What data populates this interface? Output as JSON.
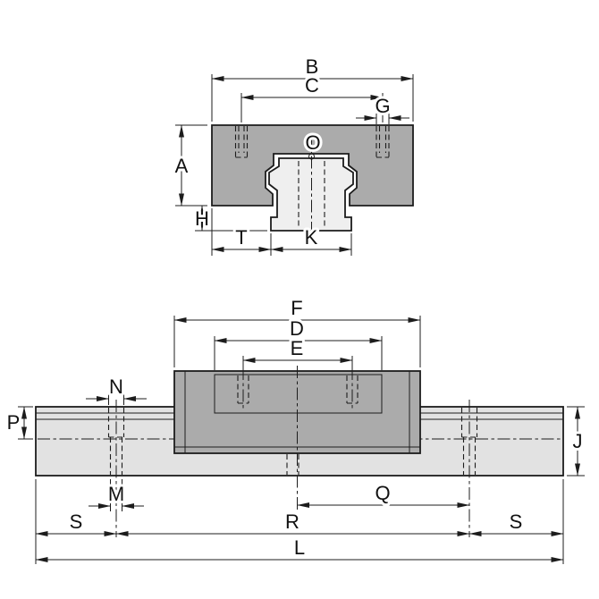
{
  "labels": {
    "end_view": {
      "B": "B",
      "C": "C",
      "G": "G",
      "A": "A",
      "H": "H",
      "T": "T",
      "K": "K",
      "O": "O"
    },
    "side_view": {
      "F": "F",
      "D": "D",
      "E": "E",
      "N": "N",
      "P": "P",
      "M": "M",
      "Q": "Q",
      "J": "J",
      "S_left": "S",
      "R": "R",
      "S_right": "S",
      "L": "L"
    }
  },
  "colors": {
    "background": "#ffffff",
    "line": "#1c1c1c",
    "carriage_fill": "#ababab",
    "rail_fill": "#e2e2e2",
    "rail_profile_fill": "#efefef",
    "recess_fill": "#dedede"
  }
}
